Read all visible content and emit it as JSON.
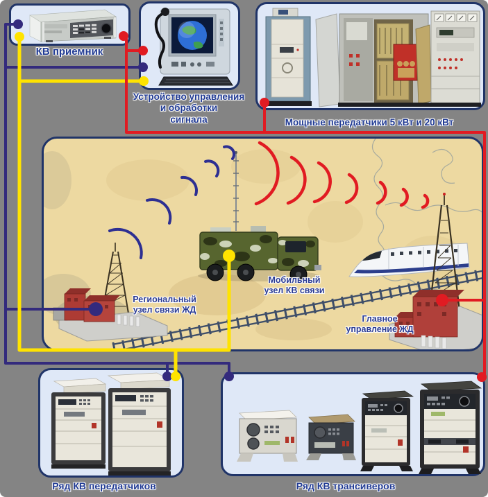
{
  "boxes": {
    "receiver": {
      "label": "КВ приемник"
    },
    "control_unit": {
      "label_lines": [
        "Устройство управления",
        "и обработки",
        "сигнала"
      ]
    },
    "power_transmitters": {
      "label": "Мощные передатчики 5 кВт и 20 кВт"
    },
    "transmitter_row": {
      "label": "Ряд КВ передатчиков"
    },
    "transceiver_row": {
      "label": "Ряд КВ трансиверов"
    }
  },
  "map_labels": {
    "regional_node": {
      "line1": "Региональный",
      "line2": "узел связи ЖД"
    },
    "mobile_node": {
      "line1": "Мобильный",
      "line2": "узел КВ связи"
    },
    "hq_node": {
      "line1": "Главное",
      "line2": "управление ЖД"
    }
  },
  "legend_colors": {
    "receive_path_navy": "#332a7d",
    "mobile_path_yellow": "#ffe300",
    "transmit_path_red": "#e11b22",
    "box_fill": "#dfe8f7",
    "box_border": "#203468",
    "map_fill": "#edd9a1"
  }
}
